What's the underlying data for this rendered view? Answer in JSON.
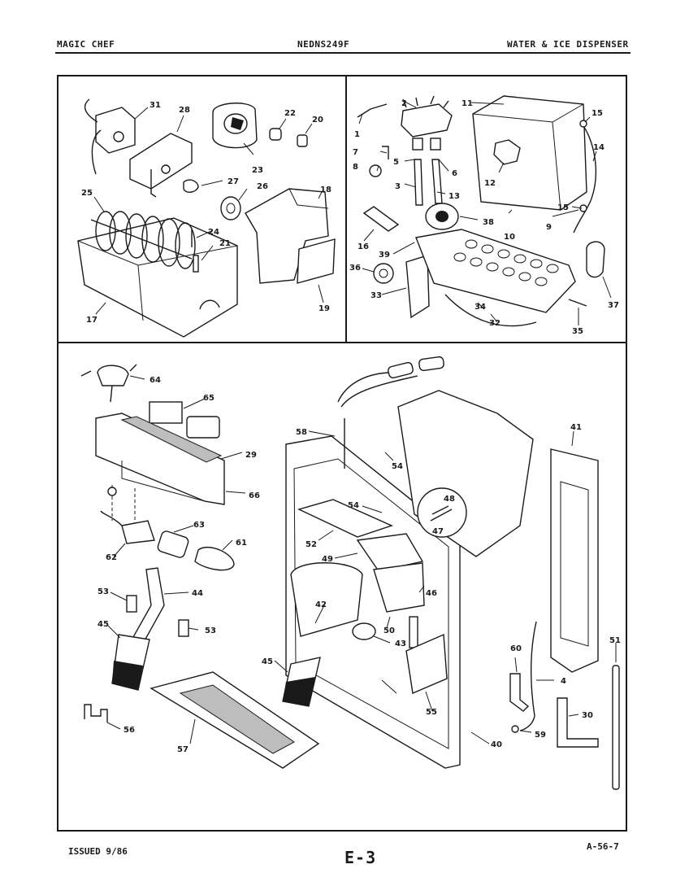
{
  "header": {
    "left": "MAGIC CHEF",
    "center": "NEDNS249F",
    "right": "WATER & ICE DISPENSER"
  },
  "footer": {
    "issued": "ISSUED 9/86",
    "page": "E-3",
    "code": "A-56-7"
  },
  "callouts": [
    "1",
    "2",
    "3",
    "4",
    "5",
    "6",
    "7",
    "8",
    "9",
    "10",
    "11",
    "12",
    "13",
    "14",
    "15",
    "15",
    "16",
    "17",
    "18",
    "19",
    "20",
    "21",
    "22",
    "23",
    "24",
    "25",
    "26",
    "27",
    "28",
    "29",
    "30",
    "31",
    "32",
    "33",
    "34",
    "35",
    "36",
    "37",
    "38",
    "39",
    "40",
    "41",
    "42",
    "43",
    "44",
    "45",
    "45",
    "46",
    "47",
    "48",
    "49",
    "50",
    "51",
    "52",
    "53",
    "53",
    "54",
    "54",
    "55",
    "56",
    "57",
    "58",
    "59",
    "60",
    "61",
    "62",
    "63",
    "64",
    "65",
    "66"
  ]
}
